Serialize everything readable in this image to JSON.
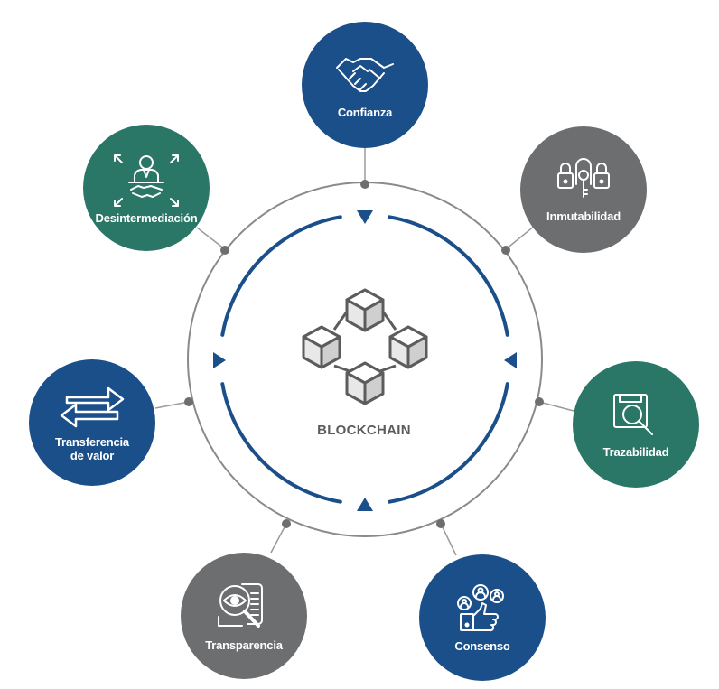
{
  "center": {
    "label": "BLOCKCHAIN",
    "icon": "blockchain-cubes-icon"
  },
  "colors": {
    "blue": "#1b4f8a",
    "gray": "#6d6e70",
    "teal": "#2a7768",
    "ring": "#8a8a8a",
    "arrow": "#1b4f8a"
  },
  "nodes": {
    "confianza": {
      "label": "Confianza",
      "icon": "handshake-icon",
      "color": "#1b4f8a"
    },
    "inmutabilidad": {
      "label": "Inmutabilidad",
      "icon": "key-lock-icon",
      "color": "#6d6e70"
    },
    "trazabilidad": {
      "label": "Trazabilidad",
      "icon": "magnifier-document-icon",
      "color": "#2a7768"
    },
    "consenso": {
      "label": "Consenso",
      "icon": "thumbs-up-people-icon",
      "color": "#1b4f8a"
    },
    "transparencia": {
      "label": "Transparencia",
      "icon": "eye-document-icon",
      "color": "#6d6e70"
    },
    "transferencia": {
      "label_line1": "Transferencia",
      "label_line2": "de valor",
      "icon": "exchange-arrows-icon",
      "color": "#1b4f8a"
    },
    "desintermediacion": {
      "label": "Desintermediación",
      "icon": "person-handshake-icon",
      "color": "#2a7768"
    }
  }
}
